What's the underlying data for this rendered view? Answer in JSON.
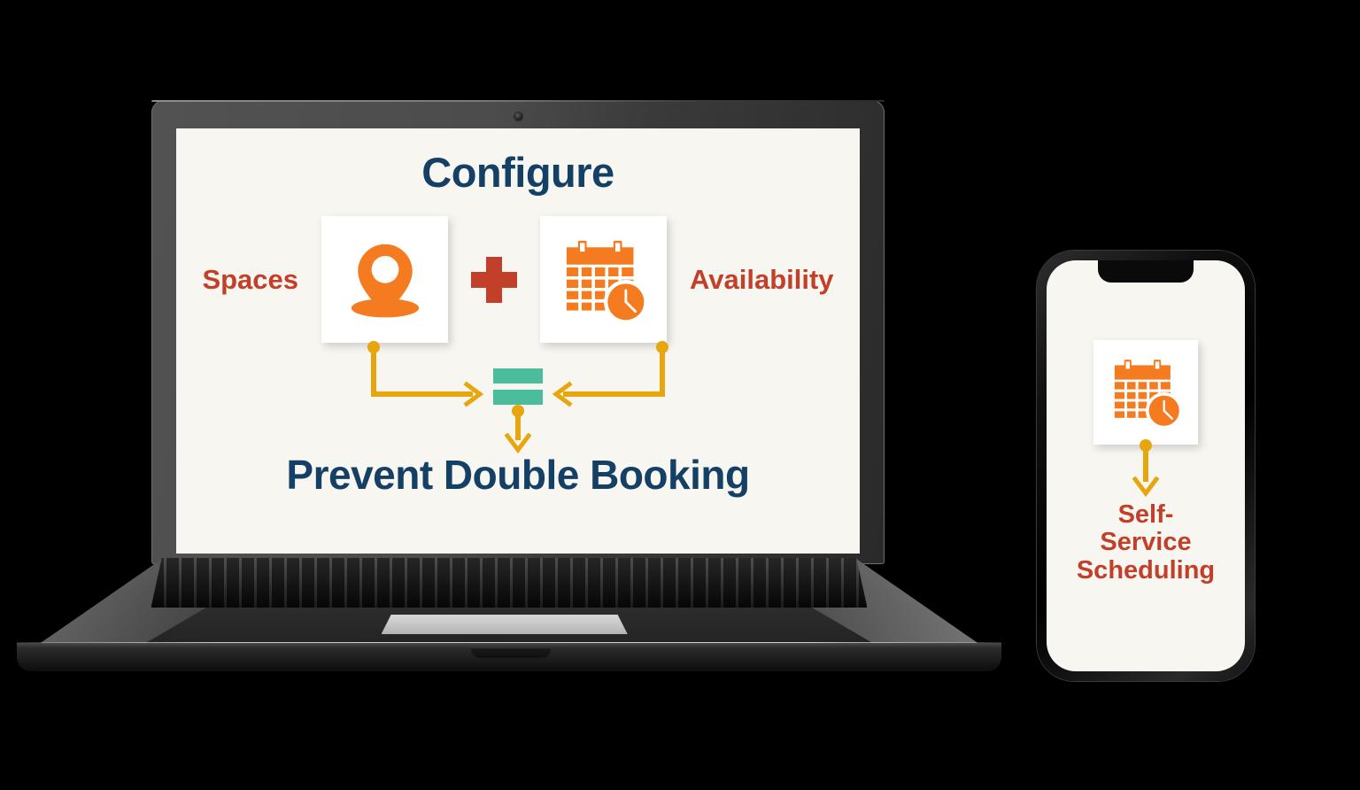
{
  "canvas": {
    "background": "#000000"
  },
  "laptop": {
    "device_name": "laptop",
    "screen": {
      "background": "#f8f6f1",
      "title": "Configure",
      "title_color": "#154066",
      "left_label": "Spaces",
      "right_label": "Availability",
      "label_color": "#c2402a",
      "operator": "+",
      "operator_color": "#c2402a",
      "result_symbol": "=",
      "result_color": "#4bbd9c",
      "connector_color": "#e8a60e",
      "icons": {
        "left": "location-pin-icon",
        "right": "calendar-clock-icon"
      },
      "icon_color": "#f47b20",
      "bottom_title": "Prevent Double Booking",
      "bottom_title_color": "#154066"
    },
    "hardware": {
      "webcam": "webcam-dot",
      "keyboard": "keyboard",
      "trackpad": "trackpad",
      "bezel_color": "#4a4a4a"
    }
  },
  "phone": {
    "device_name": "smartphone",
    "screen_background": "#f8f6f1",
    "notch": "phone-notch",
    "icon": "calendar-clock-icon",
    "icon_color": "#f47b20",
    "arrow_color": "#e8a60e",
    "label_lines": [
      "Self-",
      "Service",
      "Scheduling"
    ],
    "label_color": "#c2402a"
  }
}
